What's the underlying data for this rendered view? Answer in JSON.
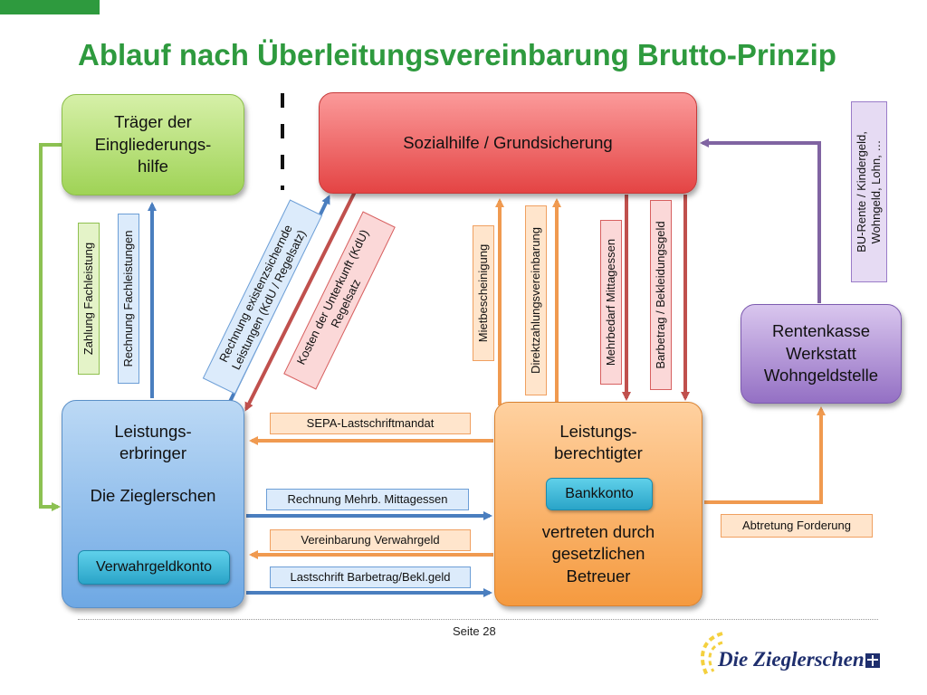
{
  "title": "Ablauf nach Überleitungsvereinbarung Brutto-Prinzip",
  "boxes": {
    "traeger": [
      "Träger der",
      "Eingliederungs-",
      "hilfe"
    ],
    "sozialhilfe": "Sozialhilfe / Grundsicherung",
    "leistungserbringer": [
      "Leistungs-",
      "erbringer",
      "",
      "Die Zieglerschen"
    ],
    "verwahrgeldkonto": "Verwahrgeldkonto",
    "leistungsberechtigter": [
      "Leistungs-",
      "berechtigter"
    ],
    "bankkonto": "Bankkonto",
    "vertreten": [
      "vertreten durch",
      "gesetzlichen",
      "Betreuer"
    ],
    "rentenkasse": [
      "Rentenkasse",
      "Werkstatt",
      "Wohngeldstelle"
    ]
  },
  "labels": {
    "zahlung_fachleistung": "Zahlung Fachleistung",
    "rechnung_fachleistungen": "Rechnung Fachleistungen",
    "rechnung_existenz": [
      "Rechnung existenzsichernde",
      "Leistungen (KdU / Regelsatz)"
    ],
    "kosten_unterkunft": [
      "Kosten der Unterkunft (KdU)",
      "Regelsatz"
    ],
    "mietbescheinigung": "Mietbescheinigung",
    "direktzahlung": "Direktzahlungsvereinbarung",
    "mehrbedarf": "Mehrbedarf Mittagessen",
    "barbetrag": "Barbetrag / Bekleidungsgeld",
    "bu_rente": [
      "BU-Rente / Kindergeld,",
      "Wohngeld, Lohn, …"
    ],
    "sepa": "SEPA-Lastschriftmandat",
    "rechnung_mehrb": "Rechnung Mehrb. Mittagessen",
    "vereinbarung_verwahrgeld": "Vereinbarung Verwahrgeld",
    "lastschrift": "Lastschrift Barbetrag/Bekl.geld",
    "abtretung": "Abtretung Forderung"
  },
  "footer": {
    "page": "Seite 28",
    "logo_text": "Die Zieglerschen"
  },
  "colors": {
    "title_green": "#2e9a3e",
    "arrow_green": "#8cc152",
    "arrow_blue": "#4a7ebf",
    "arrow_red": "#c0504d",
    "arrow_orange": "#f09a50",
    "arrow_purple": "#8064a2"
  }
}
